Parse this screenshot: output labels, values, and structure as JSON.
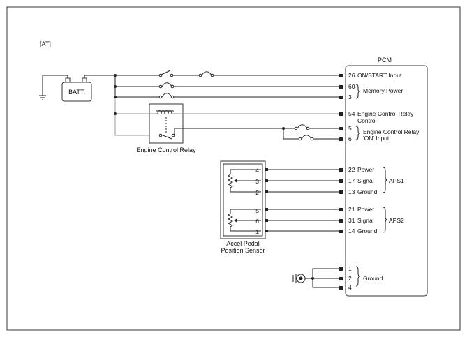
{
  "variant": "[AT]",
  "components": {
    "battery": "BATT.",
    "pcm": "PCM",
    "relay": "Engine Control Relay",
    "aps_sensor_line1": "Accel Pedal",
    "aps_sensor_line2": "Position Sensor"
  },
  "pcm_pins": [
    {
      "num": "26",
      "label": "ON/START Input"
    },
    {
      "num": "60",
      "label": ""
    },
    {
      "num": "3",
      "label": ""
    },
    {
      "num": "54",
      "label": "Engine Control Relay"
    },
    {
      "num": "5",
      "label": ""
    },
    {
      "num": "6",
      "label": ""
    },
    {
      "num": "22",
      "label": "Power"
    },
    {
      "num": "17",
      "label": "Signal"
    },
    {
      "num": "13",
      "label": "Ground"
    },
    {
      "num": "21",
      "label": "Power"
    },
    {
      "num": "31",
      "label": "Signal"
    },
    {
      "num": "14",
      "label": "Ground"
    },
    {
      "num": "1",
      "label": ""
    },
    {
      "num": "2",
      "label": ""
    },
    {
      "num": "4",
      "label": ""
    }
  ],
  "pcm_groups": {
    "memory_power": "Memory Power",
    "relay_control_cont": "Control",
    "relay_on_input_line1": "Engine Control Relay",
    "relay_on_input_line2": "'ON' Input",
    "aps1": "APS1",
    "aps2": "APS2",
    "ground": "Ground"
  },
  "aps_pins": {
    "aps1": [
      "4",
      "3",
      "2"
    ],
    "aps2": [
      "5",
      "6",
      "1"
    ]
  }
}
